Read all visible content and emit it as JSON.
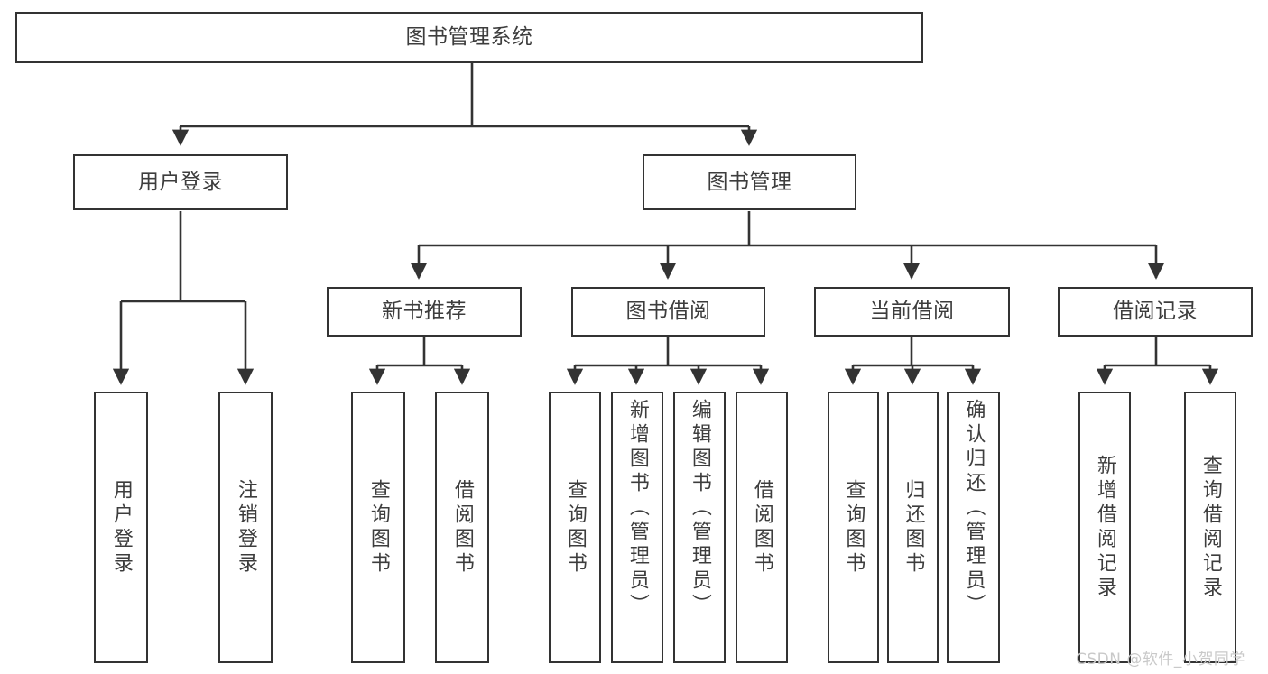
{
  "diagram": {
    "title": "图书管理系统",
    "type": "tree-structure-chart",
    "line_color": "#333333",
    "text_color": "#3d3d3d",
    "background": "#ffffff"
  },
  "root": {
    "label": "图书管理系统"
  },
  "level2": {
    "user_login": "用户登录",
    "book_manage": "图书管理"
  },
  "level3": {
    "new_book_recommend": "新书推荐",
    "book_borrow": "图书借阅",
    "current_borrow": "当前借阅",
    "borrow_record": "借阅记录"
  },
  "leaves": {
    "user_login_1": "用户登录",
    "user_login_2": "注销登录",
    "recommend_1": "查询图书",
    "recommend_2": "借阅图书",
    "borrow_1": "查询图书",
    "borrow_2": "新增图书（管理员）",
    "borrow_3": "编辑图书（管理员）",
    "borrow_4": "借阅图书",
    "current_1": "查询图书",
    "current_2": "归还图书",
    "current_3": "确认归还（管理员）",
    "record_1": "新增借阅记录",
    "record_2": "查询借阅记录"
  },
  "watermark": {
    "text": "CSDN @软件_小贺同学",
    "color": "#c9c9c9"
  },
  "chart_data": {
    "type": "tree",
    "title": "图书管理系统",
    "nodes": [
      {
        "id": "root",
        "label": "图书管理系统",
        "level": 0,
        "orientation": "horizontal",
        "children": [
          "user_login",
          "book_manage"
        ]
      },
      {
        "id": "user_login",
        "label": "用户登录",
        "level": 1,
        "orientation": "horizontal",
        "children": [
          "leaf_user_login",
          "leaf_logout"
        ]
      },
      {
        "id": "book_manage",
        "label": "图书管理",
        "level": 1,
        "orientation": "horizontal",
        "children": [
          "new_book_recommend",
          "book_borrow",
          "current_borrow",
          "borrow_record"
        ]
      },
      {
        "id": "new_book_recommend",
        "label": "新书推荐",
        "level": 2,
        "orientation": "horizontal",
        "children": [
          "leaf_rec_query",
          "leaf_rec_borrow"
        ]
      },
      {
        "id": "book_borrow",
        "label": "图书借阅",
        "level": 2,
        "orientation": "horizontal",
        "children": [
          "leaf_bor_query",
          "leaf_bor_add",
          "leaf_bor_edit",
          "leaf_bor_borrow"
        ]
      },
      {
        "id": "current_borrow",
        "label": "当前借阅",
        "level": 2,
        "orientation": "horizontal",
        "children": [
          "leaf_cur_query",
          "leaf_cur_return",
          "leaf_cur_confirm"
        ]
      },
      {
        "id": "borrow_record",
        "label": "借阅记录",
        "level": 2,
        "orientation": "horizontal",
        "children": [
          "leaf_rec_add",
          "leaf_rec_query2"
        ]
      },
      {
        "id": "leaf_user_login",
        "label": "用户登录",
        "level": 3,
        "orientation": "vertical",
        "children": []
      },
      {
        "id": "leaf_logout",
        "label": "注销登录",
        "level": 3,
        "orientation": "vertical",
        "children": []
      },
      {
        "id": "leaf_rec_query",
        "label": "查询图书",
        "level": 3,
        "orientation": "vertical",
        "children": []
      },
      {
        "id": "leaf_rec_borrow",
        "label": "借阅图书",
        "level": 3,
        "orientation": "vertical",
        "children": []
      },
      {
        "id": "leaf_bor_query",
        "label": "查询图书",
        "level": 3,
        "orientation": "vertical",
        "children": []
      },
      {
        "id": "leaf_bor_add",
        "label": "新增图书（管理员）",
        "level": 3,
        "orientation": "vertical",
        "children": []
      },
      {
        "id": "leaf_bor_edit",
        "label": "编辑图书（管理员）",
        "level": 3,
        "orientation": "vertical",
        "children": []
      },
      {
        "id": "leaf_bor_borrow",
        "label": "借阅图书",
        "level": 3,
        "orientation": "vertical",
        "children": []
      },
      {
        "id": "leaf_cur_query",
        "label": "查询图书",
        "level": 3,
        "orientation": "vertical",
        "children": []
      },
      {
        "id": "leaf_cur_return",
        "label": "归还图书",
        "level": 3,
        "orientation": "vertical",
        "children": []
      },
      {
        "id": "leaf_cur_confirm",
        "label": "确认归还（管理员）",
        "level": 3,
        "orientation": "vertical",
        "children": []
      },
      {
        "id": "leaf_rec_add",
        "label": "新增借阅记录",
        "level": 3,
        "orientation": "vertical",
        "children": []
      },
      {
        "id": "leaf_rec_query2",
        "label": "查询借阅记录",
        "level": 3,
        "orientation": "vertical",
        "children": []
      }
    ]
  }
}
